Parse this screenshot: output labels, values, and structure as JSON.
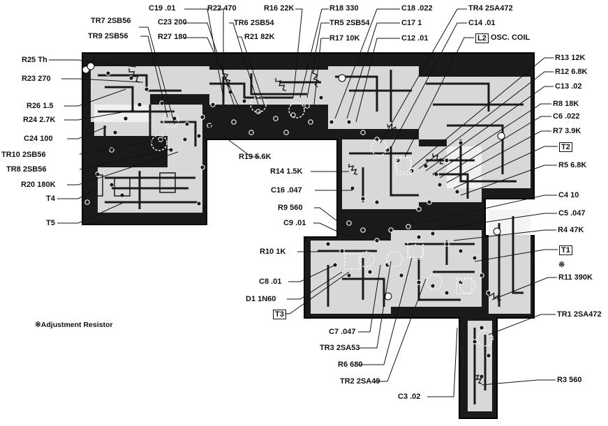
{
  "diagram": {
    "board_color": "#1a1a1a",
    "trace_color": "#f2f2f2",
    "labels": [
      {
        "id": "r25",
        "text": "R25 Th"
      },
      {
        "id": "r23",
        "text": "R23 270"
      },
      {
        "id": "r26",
        "text": "R26 1.5"
      },
      {
        "id": "r24",
        "text": "R24 2.7K"
      },
      {
        "id": "c24",
        "text": "C24 100"
      },
      {
        "id": "tr10",
        "text": "TR10 2SB56"
      },
      {
        "id": "tr8",
        "text": "TR8 2SB56"
      },
      {
        "id": "r20",
        "text": "R20 180K"
      },
      {
        "id": "t4",
        "text": "T4"
      },
      {
        "id": "t5",
        "text": "T5"
      },
      {
        "id": "tr7",
        "text": "TR7 2SB56"
      },
      {
        "id": "tr9",
        "text": "TR9 2SB56"
      },
      {
        "id": "c19",
        "text": "C19 .01"
      },
      {
        "id": "c23",
        "text": "C23 200"
      },
      {
        "id": "r27",
        "text": "R27 180"
      },
      {
        "id": "r22",
        "text": "R22 470"
      },
      {
        "id": "tr6",
        "text": "TR6 2SB54"
      },
      {
        "id": "r21",
        "text": "R21 82K"
      },
      {
        "id": "r16",
        "text": "R16 22K"
      },
      {
        "id": "r18",
        "text": "R18 330"
      },
      {
        "id": "tr5",
        "text": "TR5 2SB54"
      },
      {
        "id": "r17",
        "text": "R17 10K"
      },
      {
        "id": "c18",
        "text": "C18 .022"
      },
      {
        "id": "c17",
        "text": "C17 1"
      },
      {
        "id": "c12",
        "text": "C12 .01"
      },
      {
        "id": "tr4",
        "text": "TR4 2SA472"
      },
      {
        "id": "c14",
        "text": "C14 .01"
      },
      {
        "id": "l2_box",
        "text": "L2"
      },
      {
        "id": "l2_desc",
        "text": "OSC. COIL"
      },
      {
        "id": "r13",
        "text": "R13 12K"
      },
      {
        "id": "r12",
        "text": "R12 6.8K"
      },
      {
        "id": "c13",
        "text": "C13 .02"
      },
      {
        "id": "r8",
        "text": "R8 18K"
      },
      {
        "id": "c6",
        "text": "C6 .022"
      },
      {
        "id": "r7",
        "text": "R7 3.9K"
      },
      {
        "id": "t2",
        "text": "T2"
      },
      {
        "id": "r5",
        "text": "R5 6.8K"
      },
      {
        "id": "c4",
        "text": "C4 10"
      },
      {
        "id": "c5",
        "text": "C5 .047"
      },
      {
        "id": "r4",
        "text": "R4 47K"
      },
      {
        "id": "t1",
        "text": "T1"
      },
      {
        "id": "mark",
        "text": "※"
      },
      {
        "id": "r11",
        "text": "R11 390K"
      },
      {
        "id": "tr1",
        "text": "TR1 2SA472"
      },
      {
        "id": "r3",
        "text": "R3 560"
      },
      {
        "id": "r19",
        "text": "R19 5.6K"
      },
      {
        "id": "r14",
        "text": "R14 1.5K"
      },
      {
        "id": "c16",
        "text": "C16 .047"
      },
      {
        "id": "r9",
        "text": "R9 560"
      },
      {
        "id": "c9",
        "text": "C9 .01"
      },
      {
        "id": "r10",
        "text": "R10 1K"
      },
      {
        "id": "c8",
        "text": "C8 .01"
      },
      {
        "id": "d1",
        "text": "D1 1N60"
      },
      {
        "id": "t3",
        "text": "T3"
      },
      {
        "id": "c7",
        "text": "C7 .047"
      },
      {
        "id": "tr3",
        "text": "TR3 2SA53"
      },
      {
        "id": "r6",
        "text": "R6 680"
      },
      {
        "id": "tr2",
        "text": "TR2 2SA49"
      },
      {
        "id": "c3",
        "text": "C3 .02"
      }
    ],
    "footnote": "※Adjustment Resistor"
  }
}
